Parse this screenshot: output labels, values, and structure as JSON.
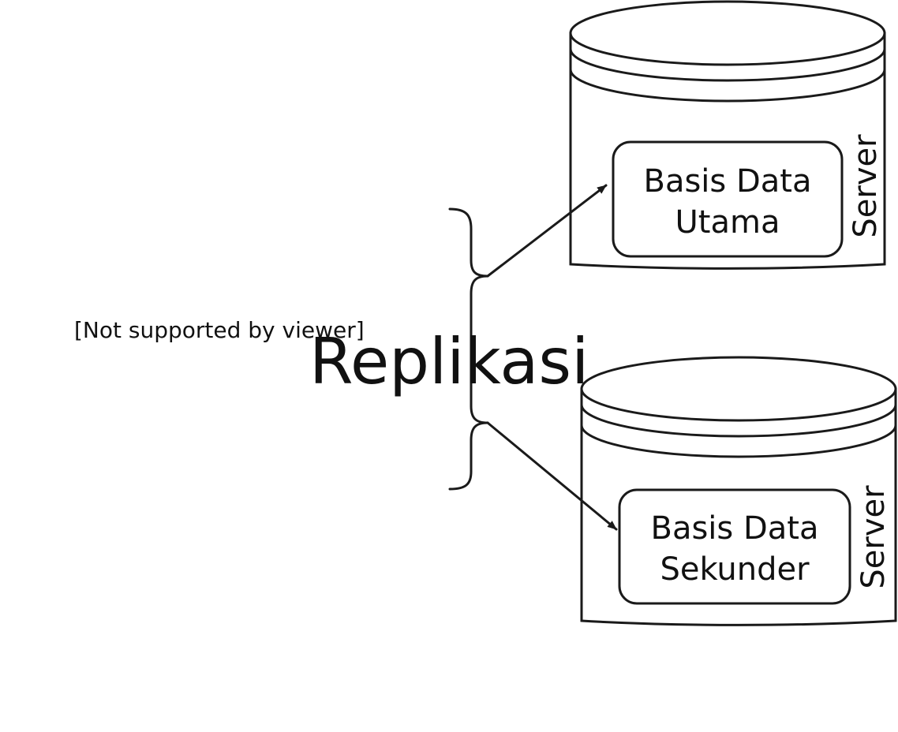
{
  "labels": {
    "not_supported": "[Not supported by viewer]",
    "replication": "Replikasi"
  },
  "primary": {
    "db_line1": "Basis Data",
    "db_line2": "Utama",
    "server": "Server"
  },
  "secondary": {
    "db_line1": "Basis Data",
    "db_line2": "Sekunder",
    "server": "Server"
  },
  "colors": {
    "stroke": "#1a1a1a",
    "background": "#ffffff"
  }
}
